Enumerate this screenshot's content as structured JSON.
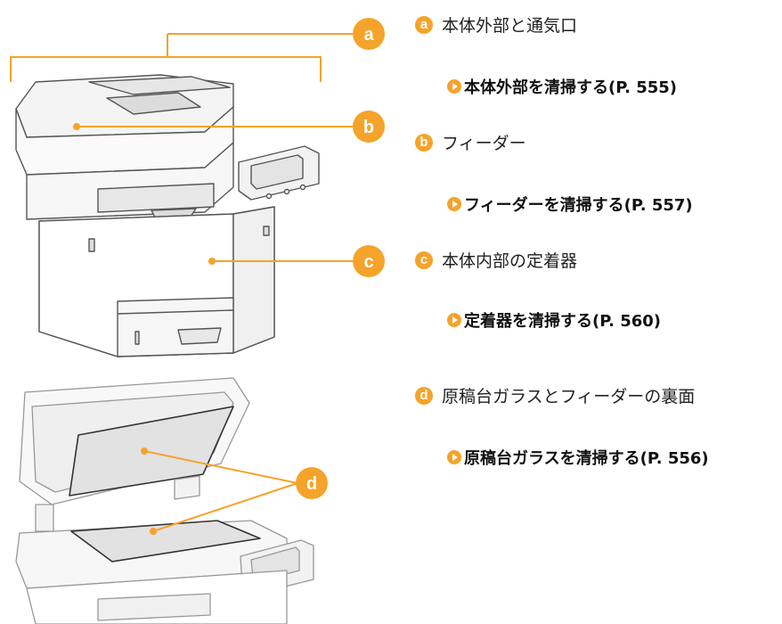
{
  "accent_color": "#f5a32a",
  "callouts": {
    "a": "a",
    "b": "b",
    "c": "c",
    "d": "d"
  },
  "legend": [
    {
      "badge": "a",
      "label": "本体外部と通気口",
      "link": "本体外部を清掃する(P. 555)"
    },
    {
      "badge": "b",
      "label": "フィーダー",
      "link": "フィーダーを清掃する(P. 557)"
    },
    {
      "badge": "c",
      "label": "本体内部の定着器",
      "link": "定着器を清掃する(P. 560)"
    },
    {
      "badge": "d",
      "label": "原稿台ガラスとフィーダーの裏面",
      "link": "原稿台ガラスを清掃する(P. 556)"
    }
  ]
}
